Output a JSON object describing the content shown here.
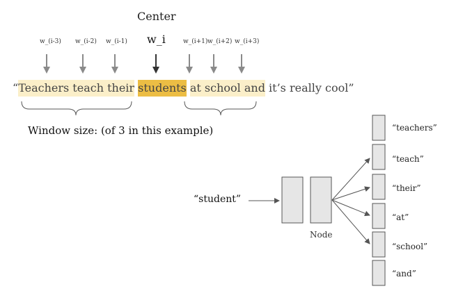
{
  "header": {
    "center_label": "Center",
    "center_word_symbol": "w_i"
  },
  "context_labels": [
    "w_(i-3)",
    "w_(i-2)",
    "w_(i-1)",
    "w_(i+1)",
    "w_(i+2)",
    "w_(i+3)"
  ],
  "sentence": {
    "open_quote": "“",
    "left_context": "Teachers teach their",
    "center": "students",
    "right_context": "at school and",
    "rest": "it’s really cool”"
  },
  "window_label": "Window size: (of 3 in this example)",
  "network": {
    "input_word": "“student”",
    "node_label": "Node",
    "outputs": [
      "“teachers”",
      "“teach”",
      "“their”",
      "“at”",
      "“school”",
      "“and”"
    ]
  },
  "colors": {
    "context_highlight": "#fbefc9",
    "center_highlight": "#ecbd44",
    "arrow_gray": "#8a8a8a",
    "box_fill": "#e6e6e6",
    "box_stroke": "#555555"
  }
}
